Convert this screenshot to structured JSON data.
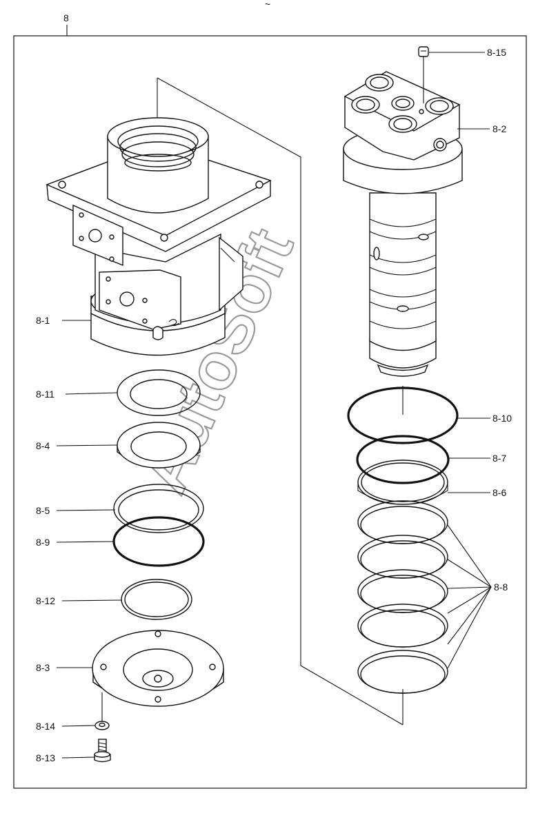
{
  "header_mark": "~",
  "assembly_label": "8",
  "watermark": "AutoSoft",
  "callouts": {
    "c8_1": "8-1",
    "c8_2": "8-2",
    "c8_3": "8-3",
    "c8_4": "8-4",
    "c8_5": "8-5",
    "c8_6": "8-6",
    "c8_7": "8-7",
    "c8_8": "8-8",
    "c8_9": "8-9",
    "c8_10": "8-10",
    "c8_11": "8-11",
    "c8_12": "8-12",
    "c8_13": "8-13",
    "c8_14": "8-14",
    "c8_15": "8-15"
  },
  "colors": {
    "line": "#111111",
    "watermark": "#9a9a9a",
    "background": "#ffffff"
  }
}
